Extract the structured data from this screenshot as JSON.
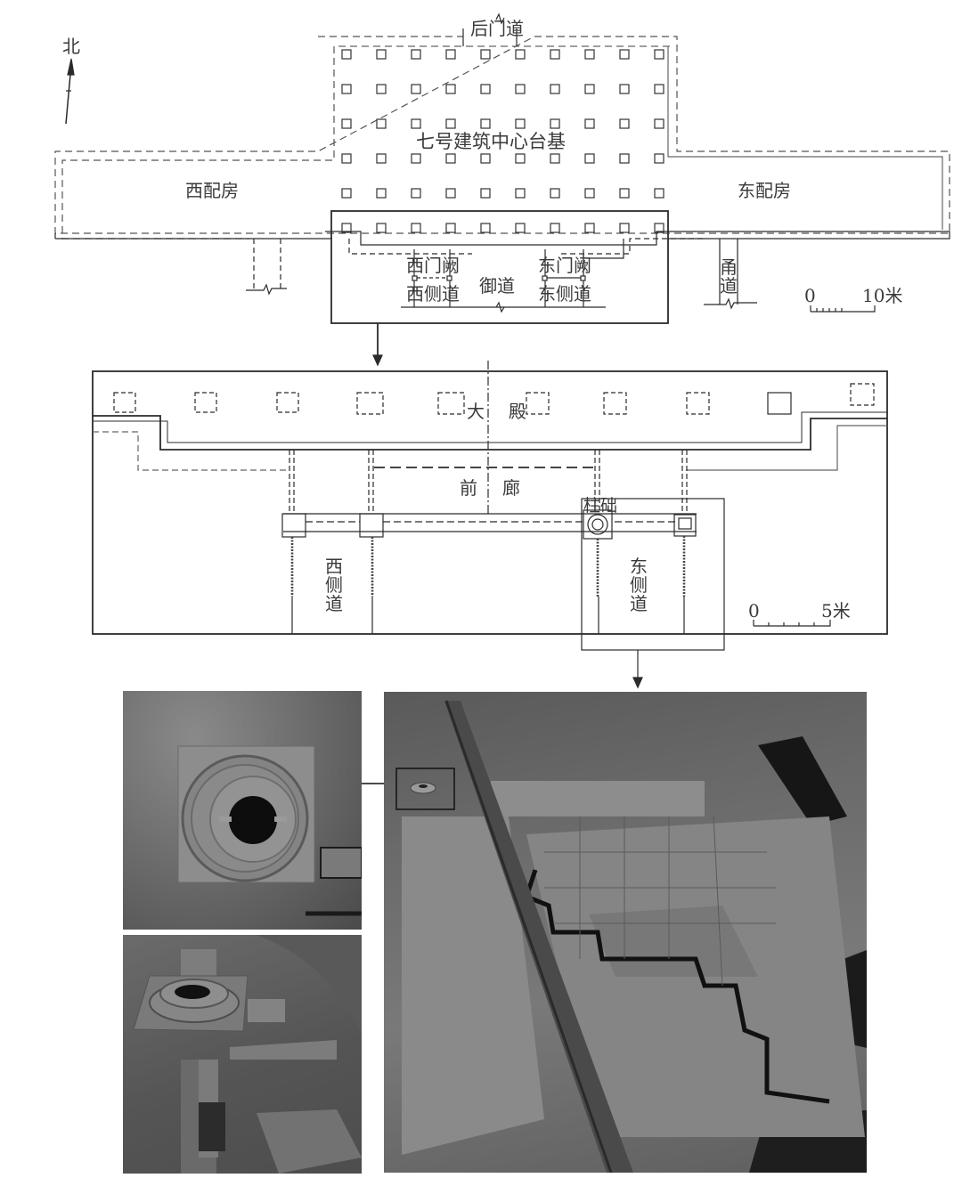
{
  "figure": {
    "north_label": "北",
    "top_plan": {
      "labels": {
        "rear_gate": "后门道",
        "central_platform": "七号建筑中心台基",
        "west_wing": "西配房",
        "east_wing": "东配房",
        "west_gate_tower": "西门阙",
        "east_gate_tower": "东门阙",
        "west_side_path": "西侧道",
        "east_side_path": "东侧道",
        "imperial_path": "御道",
        "corridor_path": [
          "甬",
          "道"
        ]
      },
      "scale": {
        "start": "0",
        "end": "10米"
      },
      "column_grid": {
        "rows": 6,
        "cols": 10
      }
    },
    "detail_plan": {
      "labels": {
        "hall": [
          "大",
          "殿"
        ],
        "front_corridor": [
          "前",
          "廊"
        ],
        "column_base": "柱础",
        "west_side_path": [
          "西",
          "侧",
          "道"
        ],
        "east_side_path": [
          "东",
          "侧",
          "道"
        ]
      },
      "scale": {
        "start": "0",
        "end": "5米"
      }
    },
    "photos": {
      "column_base_top_view": "column-base-photo-top",
      "column_base_oblique_view": "column-base-photo-oblique",
      "east_side_path_excavation": "excavation-photo"
    },
    "colors": {
      "line": "#2b2b2b",
      "dashed": "#555555",
      "photo_dark": "#3a3a3a",
      "photo_mid": "#6e6e6e",
      "photo_light": "#9a9a9a"
    }
  }
}
